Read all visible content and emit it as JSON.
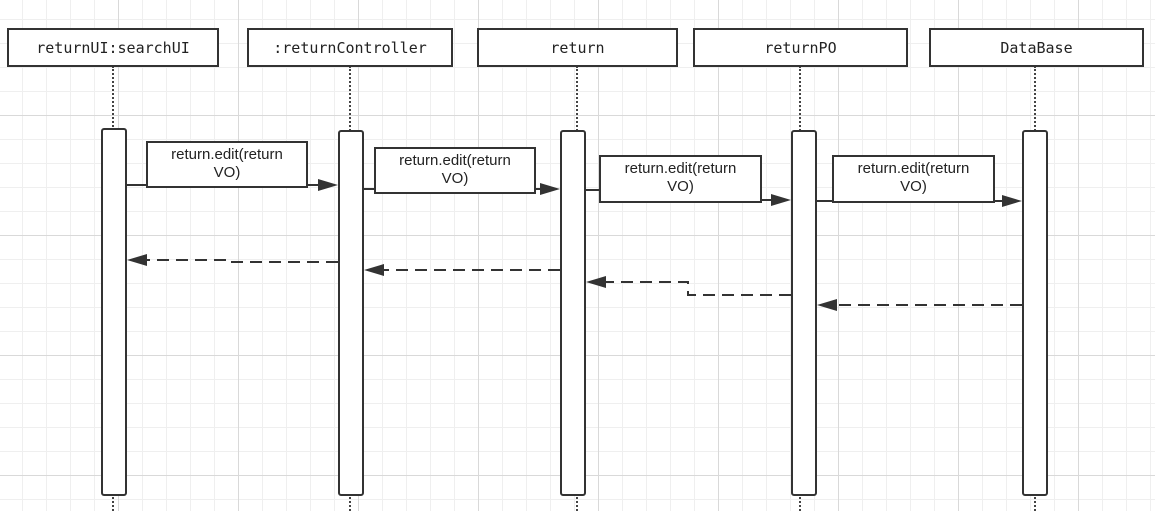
{
  "participants": [
    {
      "id": "p1",
      "label": "returnUI:searchUI"
    },
    {
      "id": "p2",
      "label": ":returnController"
    },
    {
      "id": "p3",
      "label": "return"
    },
    {
      "id": "p4",
      "label": "returnPO"
    },
    {
      "id": "p5",
      "label": "DataBase"
    }
  ],
  "messages": [
    {
      "from": "returnUI:searchUI",
      "to": ":returnController",
      "line1": "return.edit(return",
      "line2": "VO)"
    },
    {
      "from": ":returnController",
      "to": "return",
      "line1": "return.edit(return",
      "line2": "VO)"
    },
    {
      "from": "return",
      "to": "returnPO",
      "line1": "return.edit(return",
      "line2": "VO)"
    },
    {
      "from": "returnPO",
      "to": "DataBase",
      "line1": "return.edit(return",
      "line2": "VO)"
    }
  ],
  "returns": [
    {
      "from": ":returnController",
      "to": "returnUI:searchUI"
    },
    {
      "from": "return",
      "to": ":returnController"
    },
    {
      "from": "returnPO",
      "to": "return"
    },
    {
      "from": "DataBase",
      "to": "returnPO"
    }
  ],
  "colors": {
    "line": "#333333",
    "grid": "#d9d9d9",
    "background": "#ffffff"
  }
}
